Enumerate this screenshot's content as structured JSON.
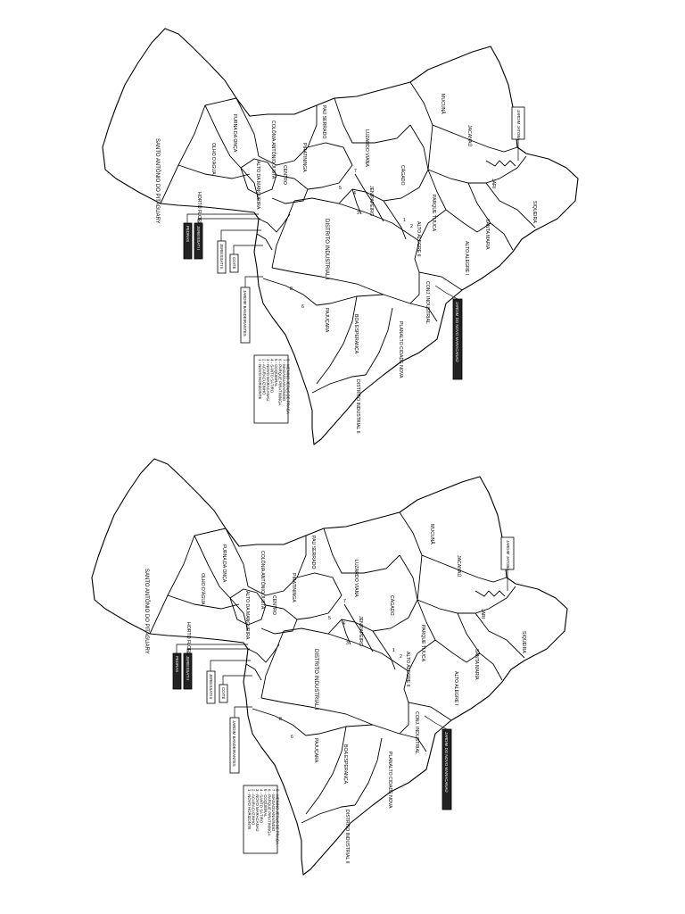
{
  "map": {
    "districts": [
      {
        "id": "santo-antonio",
        "label": "SANTO ANTÔNIO DO PITAGUARY"
      },
      {
        "id": "olho-dagua",
        "label": "OLHO D'ÁGUA"
      },
      {
        "id": "horto-florestal",
        "label": "HORTO FLORESTAL"
      },
      {
        "id": "pedras",
        "label": "PEDRAS"
      },
      {
        "id": "furna-da-onca",
        "label": "FURNA DA ONÇA"
      },
      {
        "id": "colonia",
        "label": "COLÔNIA ANTÔNIO JUSTA"
      },
      {
        "id": "alto-da-mangueira",
        "label": "ALTO DA MANGUEIRA"
      },
      {
        "id": "centro",
        "label": "CENTRO"
      },
      {
        "id": "piratininga",
        "label": "PIRATININGA"
      },
      {
        "id": "pau-serrado",
        "label": "PAU SERRADO"
      },
      {
        "id": "luzardo-viana",
        "label": "LUZARDO VIANA"
      },
      {
        "id": "mucuna",
        "label": "MUCUNÃ"
      },
      {
        "id": "jacanau",
        "label": "JACANAÚ"
      },
      {
        "id": "cagado",
        "label": "CÁGADO"
      },
      {
        "id": "jereissati",
        "label": "JEREISSATI"
      },
      {
        "id": "jenipapeiro",
        "label": "JENIPAPEIRO"
      },
      {
        "id": "parque-tijuca",
        "label": "PARQUE TIJUCA"
      },
      {
        "id": "jari",
        "label": "JARI"
      },
      {
        "id": "siqueira",
        "label": "SIQUEIRA"
      },
      {
        "id": "santa-maria",
        "label": "SANTA MARIA"
      },
      {
        "id": "alto-alegre-2",
        "label": "ALTO ALEGRE II"
      },
      {
        "id": "alto-alegre-1",
        "label": "ALTO ALEGRE I"
      },
      {
        "id": "distrito-industrial-1",
        "label": "DISTRITO INDUSTRIAL I"
      },
      {
        "id": "conj-industrial",
        "label": "CONJ. INDUSTRIAL"
      },
      {
        "id": "pajucara",
        "label": "PAJUÇARA"
      },
      {
        "id": "boa-esperanca",
        "label": "BOA ESPERANÇA"
      },
      {
        "id": "planalto",
        "label": "PLANALTO CIDADE NOVA"
      },
      {
        "id": "distrito-industrial-2",
        "label": "DISTRITO INDUSTRIAL II"
      }
    ],
    "numbers": [
      "1",
      "2",
      "3",
      "4",
      "5",
      "6",
      "7",
      "8"
    ],
    "callouts": {
      "jardim-jatoba": "JARDIM JATOBÁ",
      "pedras": "PEDRAS",
      "jereissati1": "JEREISSATI I",
      "jereissati2": "JEREISSATI II",
      "coite": "COITÉ",
      "jardim-bandeirantes": "JARDIM BANDEIRANTES",
      "novo-maracanau": "JARDIM DO NOVO MARACANAÚ"
    },
    "legend": [
      "1 - NOVO HORIZONTE",
      "2 - ACARACUZINHO",
      "3 - NOVO MARACANAÚ",
      "4 - SANTO SÁTIRO",
      "5 - COQUEIRAL",
      "6 - PARQUE PIRATININGA",
      "7 - MAGAGUANA/INDIO",
      "8 - MENINO JESUS DE PRAGA"
    ],
    "colors": {
      "line": "#000000",
      "fill": "#ffffff",
      "dark_box": "#222222"
    }
  }
}
